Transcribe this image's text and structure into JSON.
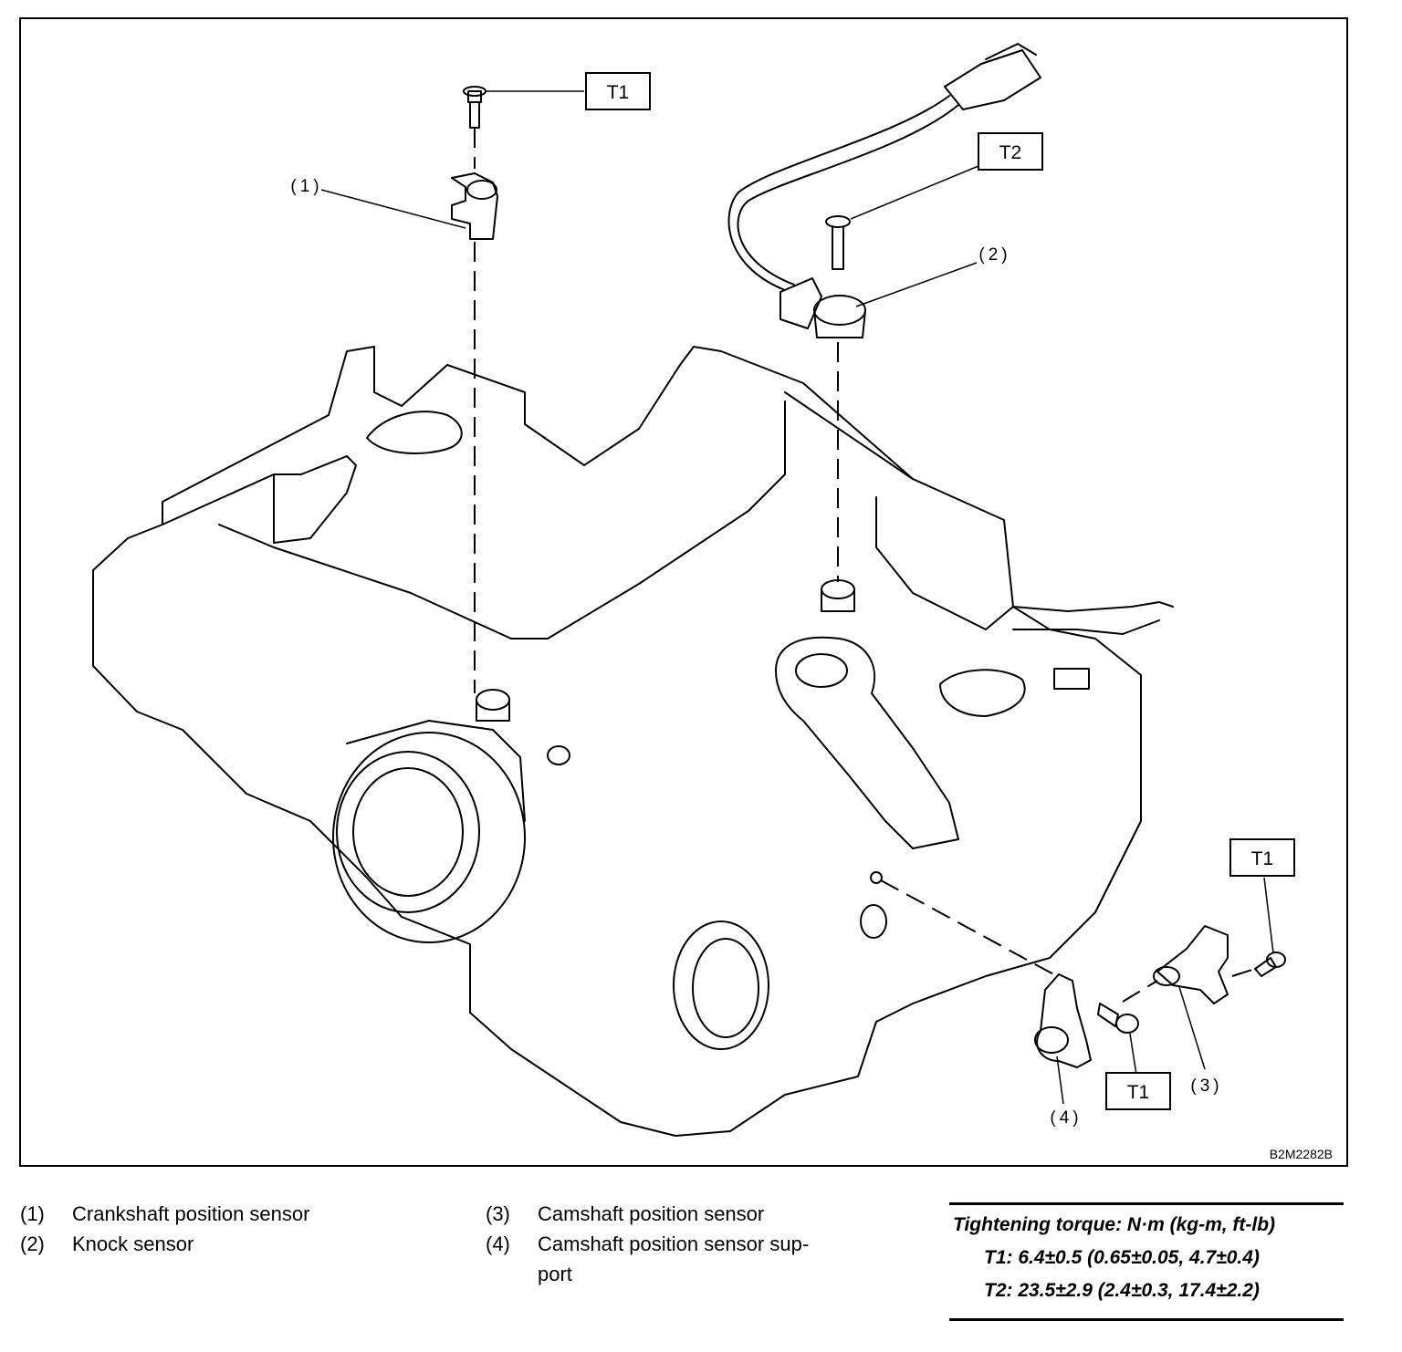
{
  "figure": {
    "code": "B2M2282B",
    "callouts": {
      "c1": "(1)",
      "c2": "(2)",
      "c3": "(3)",
      "c4": "(4)"
    },
    "torque_tags": {
      "t1_top": "T1",
      "t2_top": "T2",
      "t1_right": "T1",
      "t1_bottom": "T1"
    }
  },
  "legend": {
    "left": [
      {
        "num": "(1)",
        "text": "Crankshaft position sensor"
      },
      {
        "num": "(2)",
        "text": "Knock sensor"
      }
    ],
    "right": [
      {
        "num": "(3)",
        "text": "Camshaft position sensor"
      },
      {
        "num": "(4)",
        "text": "Camshaft position sensor sup-\nport"
      }
    ]
  },
  "torque": {
    "heading": "Tightening torque: N·m (kg-m, ft-lb)",
    "t1": "T1: 6.4±0.5 (0.65±0.05, 4.7±0.4)",
    "t2": "T2: 23.5±2.9 (2.4±0.3, 17.4±2.2)"
  }
}
